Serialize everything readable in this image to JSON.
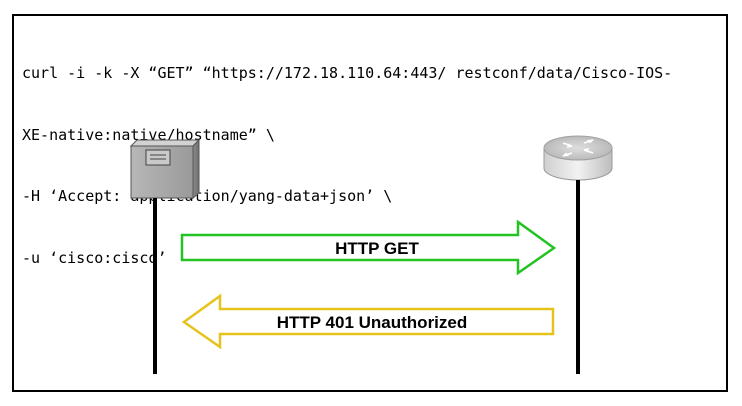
{
  "command": {
    "lines": [
      "curl -i -k -X “GET” “https://172.18.110.64:443/ restconf/data/Cisco-IOS-",
      "XE-native:native/hostname” \\",
      "-H ‘Accept: application/yang-data+json’ \\",
      "-u ‘cisco:cisco’"
    ]
  },
  "diagram": {
    "client_icon": "server-icon",
    "server_icon": "router-icon",
    "request": {
      "label": "HTTP GET",
      "color": "#22c322"
    },
    "response": {
      "label": "HTTP 401 Unauthorized",
      "color": "#e6c21a"
    },
    "lifeline_color": "#000000"
  }
}
